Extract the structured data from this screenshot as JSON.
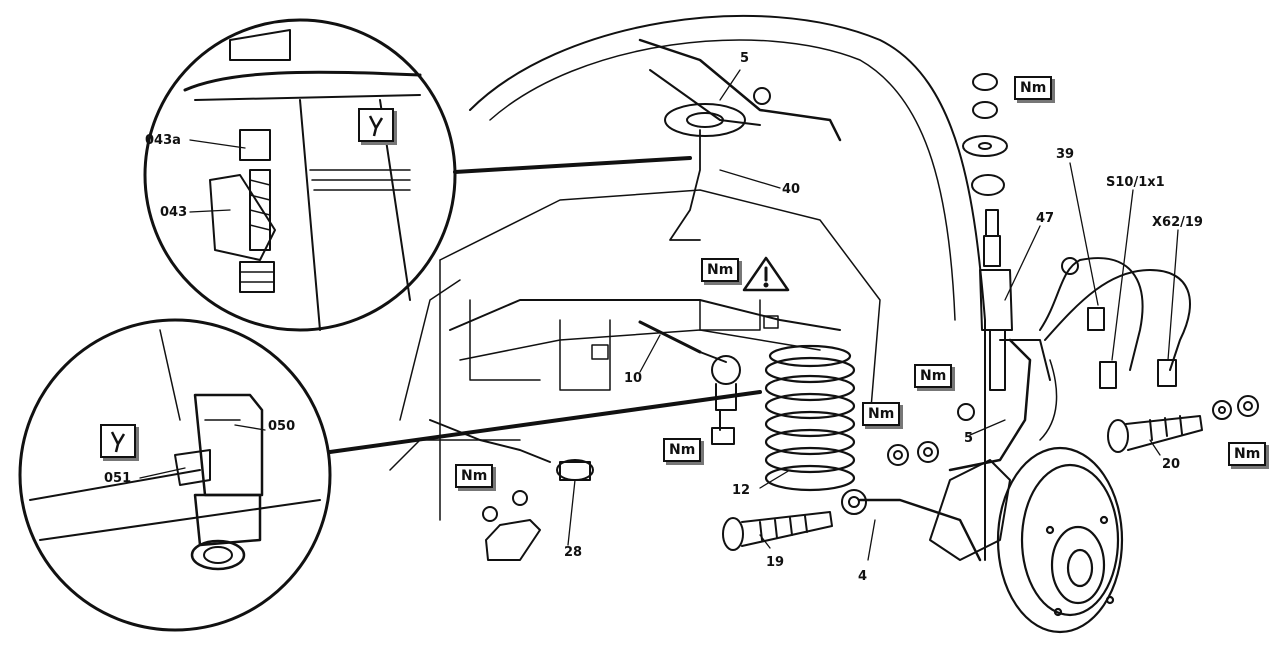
{
  "diagram": {
    "labels": {
      "l_043a": "043a",
      "l_043": "043",
      "l_050": "050",
      "l_051": "051",
      "l_5_top": "5",
      "l_40": "40",
      "l_39": "39",
      "l_s10": "S10/1x1",
      "l_x62": "X62/19",
      "l_47": "47",
      "l_10": "10",
      "l_5_mid": "5",
      "l_12": "12",
      "l_20": "20",
      "l_19": "19",
      "l_4": "4",
      "l_28": "28"
    },
    "torque_badges": {
      "nm_top": "Nm",
      "nm_center": "Nm",
      "nm_left_mid": "Nm",
      "nm_mid": "Nm",
      "nm_right_mid": "Nm",
      "nm_bottom_left": "Nm",
      "nm_right": "Nm"
    },
    "tool_symbols": [
      "special-tool-symbol",
      "special-tool-symbol"
    ],
    "warning_symbol": "warning-triangle-icon"
  }
}
